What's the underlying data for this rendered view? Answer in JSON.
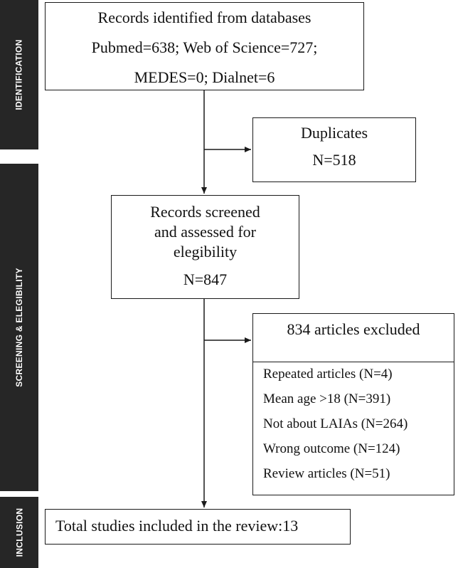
{
  "phases": {
    "identification": "IDENTIFICATION",
    "screening": "SCREENING & ELEGIBILITY",
    "inclusion": "INCLUSION"
  },
  "identified": {
    "line1": "Records identified from databases",
    "line2": "Pubmed=638; Web of Science=727;",
    "line3": "MEDES=0; Dialnet=6"
  },
  "duplicates": {
    "label": "Duplicates",
    "count": "N=518"
  },
  "screened": {
    "line1": "Records screened",
    "line2": "and assessed for",
    "line3": "elegibility",
    "count": "N=847"
  },
  "excluded": {
    "header": "834 articles excluded",
    "reasons": [
      "Repeated articles (N=4)",
      "Mean age >18 (N=391)",
      "Not about LAIAs (N=264)",
      "Wrong outcome (N=124)",
      "Review articles (N=51)"
    ]
  },
  "included": {
    "label": "Total studies included in the review:13"
  }
}
